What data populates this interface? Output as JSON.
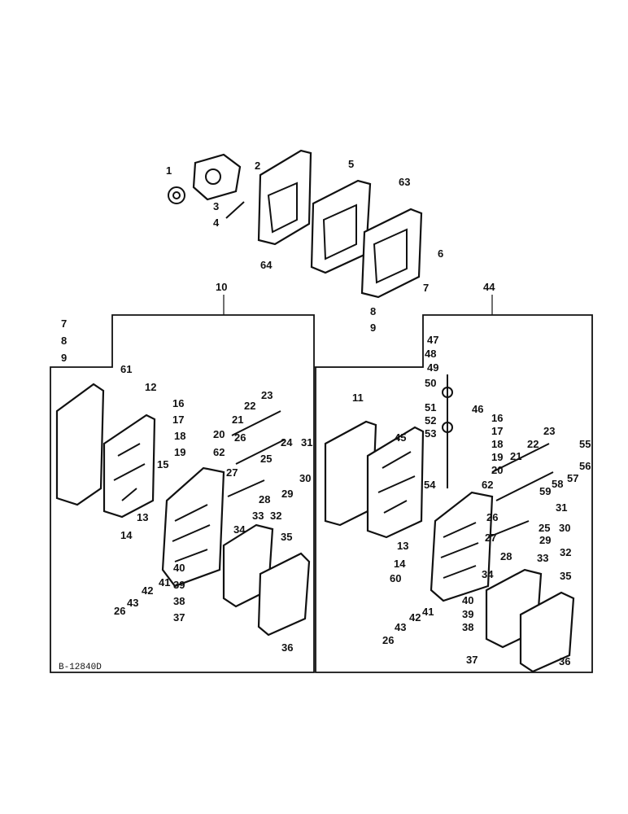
{
  "diagram": {
    "drawing_number": "B-12840D",
    "callouts": {
      "top": [
        "1",
        "2",
        "3",
        "4",
        "5",
        "63",
        "64",
        "6",
        "7",
        "8",
        "9"
      ],
      "left_group": [
        "10",
        "7",
        "8",
        "9",
        "61",
        "12",
        "15",
        "16",
        "17",
        "18",
        "19",
        "20",
        "62",
        "21",
        "22",
        "23",
        "26",
        "27",
        "24",
        "31",
        "25",
        "30",
        "29",
        "28",
        "33",
        "32",
        "13",
        "14",
        "34",
        "35",
        "40",
        "39",
        "38",
        "37",
        "41",
        "42",
        "43",
        "26",
        "36"
      ],
      "right_group": [
        "44",
        "47",
        "48",
        "49",
        "50",
        "51",
        "52",
        "53",
        "46",
        "11",
        "45",
        "54",
        "16",
        "17",
        "18",
        "19",
        "20",
        "62",
        "21",
        "22",
        "23",
        "55",
        "56",
        "57",
        "58",
        "59",
        "31",
        "26",
        "27",
        "25",
        "30",
        "29",
        "33",
        "32",
        "13",
        "14",
        "28",
        "34",
        "35",
        "60",
        "40",
        "39",
        "38",
        "37",
        "41",
        "42",
        "43",
        "26",
        "36"
      ]
    }
  },
  "colors": {
    "ink": "#111111",
    "paper": "#ffffff"
  }
}
